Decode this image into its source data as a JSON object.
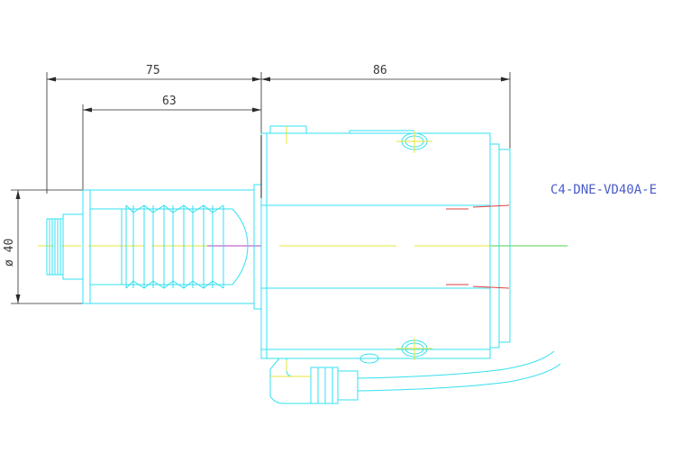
{
  "dimensions": {
    "length_total": "75",
    "length_housing": "86",
    "length_spindle": "63",
    "diameter": "ø 40"
  },
  "part_label": "C4-DNE-VD40A-E",
  "colors": {
    "outline": "#33e0f0",
    "dimension": "#2a2a2a",
    "label": "#4a5cc8",
    "centerline": "#e6e43a"
  }
}
